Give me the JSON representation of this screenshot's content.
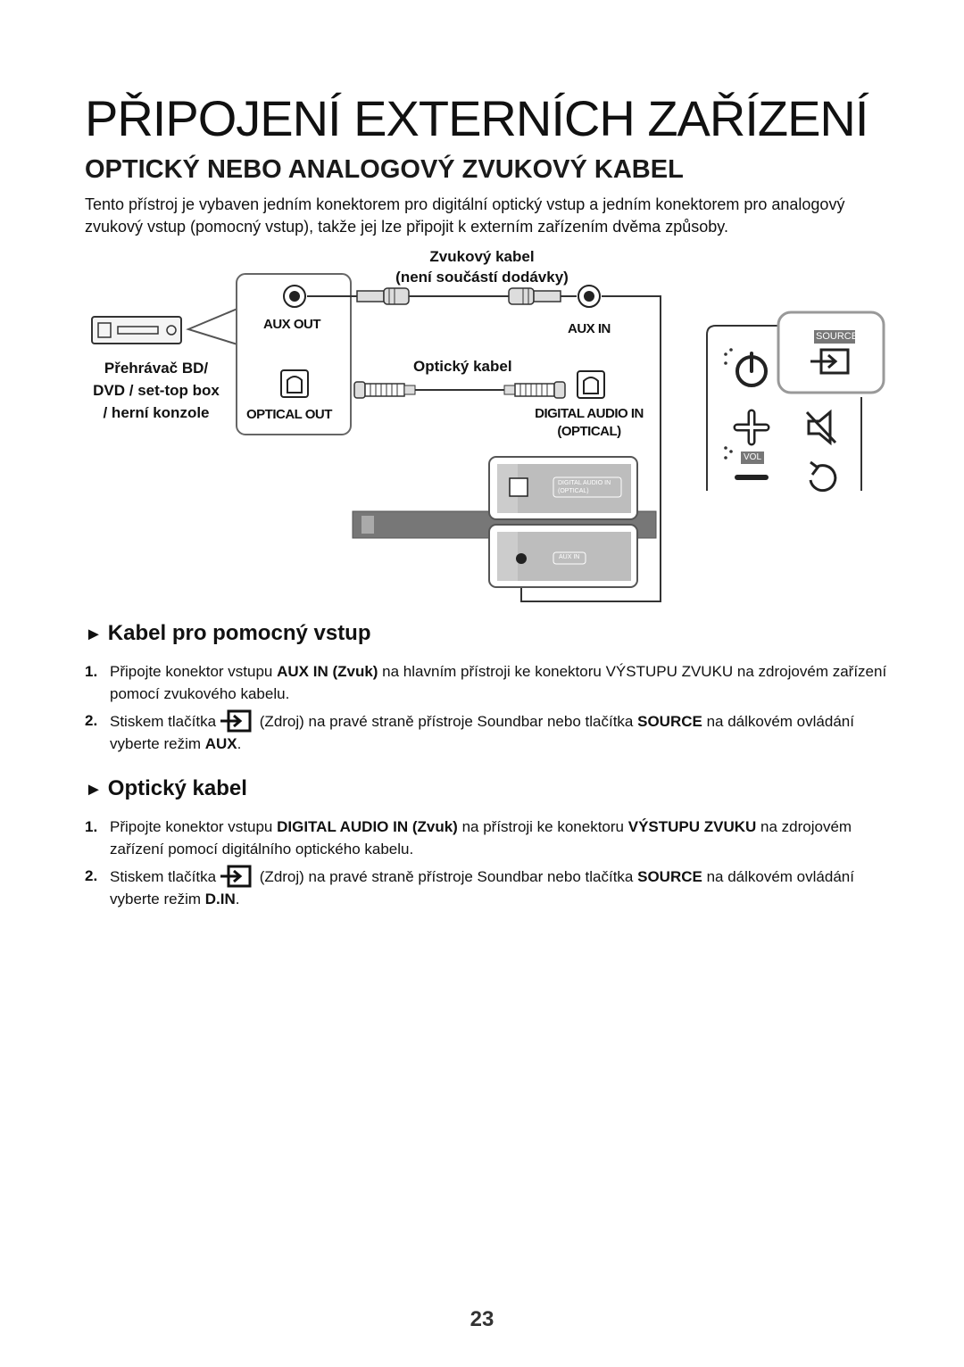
{
  "title": "PŘIPOJENÍ EXTERNÍCH ZAŘÍZENÍ",
  "section_title": "OPTICKÝ NEBO ANALOGOVÝ ZVUKOVÝ KABEL",
  "intro": "Tento přístroj je vybaven jedním konektorem pro digitální optický vstup a jedním konektorem pro analogový zvukový vstup (pomocný vstup), takže jej lze připojit k externím zařízením dvěma způsoby.",
  "diagram": {
    "audio_cable_line1": "Zvukový kabel",
    "audio_cable_line2": "(není součástí dodávky)",
    "aux_out": "AUX OUT",
    "aux_in": "AUX IN",
    "optical_cable": "Optický kabel",
    "optical_out": "OPTICAL OUT",
    "digital_audio_in_line1": "DIGITAL AUDIO IN",
    "digital_audio_in_line2": "(OPTICAL)",
    "player_line1": "Přehrávač BD/",
    "player_line2": "DVD / set-top box",
    "player_line3": "/ herní konzole",
    "panel_digital_line1": "DIGITAL AUDIO IN",
    "panel_digital_line2": "(OPTICAL)",
    "panel_aux": "AUX IN",
    "source_badge": "SOURCE",
    "vol_badge": "VOL"
  },
  "aux_section": {
    "heading": "Kabel pro pomocný vstup",
    "step1": {
      "num": "1.",
      "a": "Připojte konektor vstupu ",
      "b": "AUX IN (Zvuk)",
      "c": " na hlavním přístroji ke konektoru VÝSTUPU ZVUKU na zdrojovém zařízení pomocí zvukového kabelu."
    },
    "step2": {
      "num": "2.",
      "a": "Stiskem tlačítka",
      "b": " (Zdroj) na pravé straně přístroje Soundbar nebo tlačítka ",
      "c": "SOURCE",
      "d": " na dálkovém ovládání vyberte režim ",
      "e": "AUX",
      "f": "."
    }
  },
  "optical_section": {
    "heading": "Optický kabel",
    "step1": {
      "num": "1.",
      "a": "Připojte konektor vstupu ",
      "b": "DIGITAL AUDIO IN (Zvuk)",
      "c": " na přístroji ke konektoru ",
      "d": "VÝSTUPU ZVUKU",
      "e": " na zdrojovém zařízení pomocí digitálního optického kabelu."
    },
    "step2": {
      "num": "2.",
      "a": "Stiskem tlačítka",
      "b": " (Zdroj) na pravé straně přístroje Soundbar nebo tlačítka ",
      "c": "SOURCE",
      "d": " na dálkovém ovládání vyberte režim ",
      "e": "D.IN",
      "f": "."
    }
  },
  "page_number": "23"
}
